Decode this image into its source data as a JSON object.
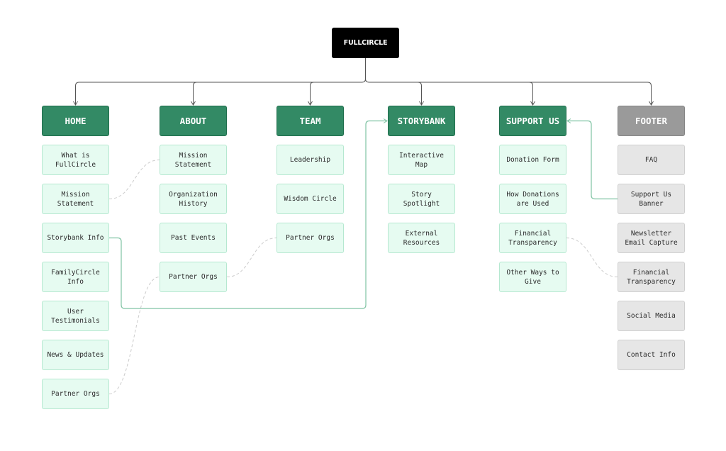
{
  "logo": {
    "text": "FULLCIRCLE"
  },
  "columns": [
    {
      "key": "home",
      "title": "HOME",
      "style": "green",
      "items": [
        "What is FullCircle",
        "Mission Statement",
        "Storybank Info",
        "FamilyCircle Info",
        "User Testimonials",
        "News & Updates",
        "Partner Orgs"
      ]
    },
    {
      "key": "about",
      "title": "ABOUT",
      "style": "green",
      "items": [
        "Mission Statement",
        "Organization History",
        "Past Events",
        "Partner Orgs"
      ]
    },
    {
      "key": "team",
      "title": "TEAM",
      "style": "green",
      "items": [
        "Leadership",
        "Wisdom Circle",
        "Partner Orgs"
      ]
    },
    {
      "key": "storybank",
      "title": "STORYBANK",
      "style": "green",
      "items": [
        "Interactive Map",
        "Story Spotlight",
        "External Resources"
      ]
    },
    {
      "key": "support-us",
      "title": "SUPPORT US",
      "style": "green",
      "items": [
        "Donation Form",
        "How Donations are Used",
        "Financial Transparency",
        "Other Ways to Give"
      ]
    },
    {
      "key": "footer",
      "title": "FOOTER",
      "style": "gray",
      "items": [
        "FAQ",
        "Support Us Banner",
        "Newsletter Email Capture",
        "Financial Transparency",
        "Social Media",
        "Contact Info"
      ]
    }
  ],
  "links": [
    {
      "kind": "arrow",
      "from": "home: Storybank Info",
      "to": "STORYBANK"
    },
    {
      "kind": "arrow",
      "from": "footer: Support Us Banner",
      "to": "SUPPORT US"
    },
    {
      "kind": "dashed",
      "from": "home: Mission Statement",
      "to": "about: Mission Statement"
    },
    {
      "kind": "dashed",
      "from": "home: Partner Orgs",
      "to": "about: Partner Orgs"
    },
    {
      "kind": "dashed",
      "from": "about: Partner Orgs",
      "to": "team: Partner Orgs"
    },
    {
      "kind": "dashed",
      "from": "support-us: Financial Transparency",
      "to": "footer: Financial Transparency"
    }
  ],
  "colors": {
    "header_green": "#338a65",
    "header_gray": "#9a9a9a",
    "node_green_bg": "#e6fbf1",
    "node_gray_bg": "#e6e6e6",
    "tree_line": "#555555",
    "link_arrow": "#7fc3a3",
    "link_dashed": "#cccccc"
  }
}
